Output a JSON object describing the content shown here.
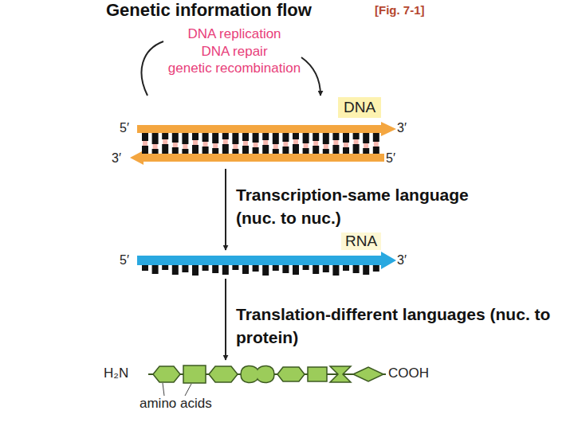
{
  "diagram": {
    "title": "Genetic information flow",
    "nodes": [
      {
        "text": [
          "DNA"
        ]
      },
      {
        "text": [
          "RNA"
        ]
      },
      {
        "text": [
          "amino acids"
        ]
      }
    ],
    "edges": [
      {
        "from": 0,
        "to": 1,
        "arrow": "to",
        "label": "Transcription-same language (nuc. to nuc.)"
      },
      {
        "from": 1,
        "to": 2,
        "arrow": "to",
        "label": "Translation-different languages (nuc. to protein)"
      },
      {
        "from": 0,
        "to": 0,
        "arrow": "to"
      }
    ],
    "labels": [
      "[Fig. 7-1]",
      "DNA replication",
      "DNA repair",
      "genetic recombination",
      "5′",
      "3′",
      "3′",
      "5′",
      "5′",
      "3′",
      "H₂N",
      "COOH"
    ]
  }
}
